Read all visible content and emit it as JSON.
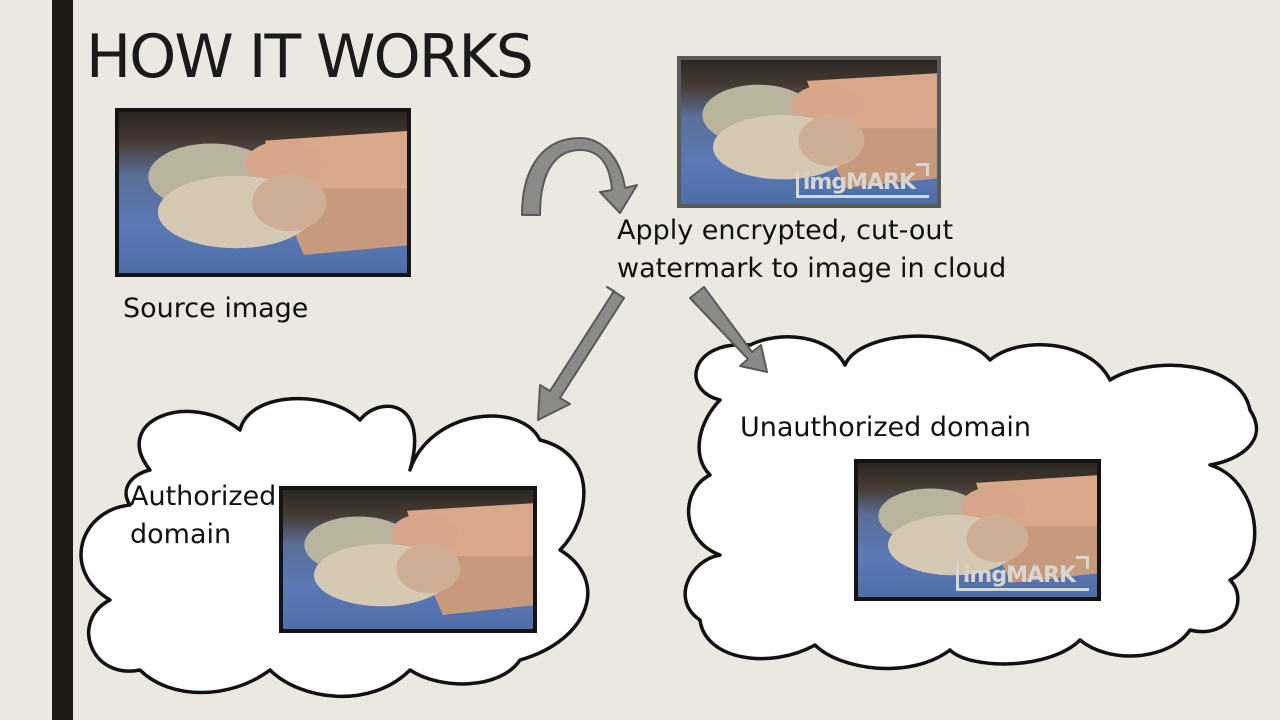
{
  "title": "HOW IT WORKS",
  "source_label": "Source image",
  "process_label_line1": "Apply encrypted, cut-out",
  "process_label_line2": "watermark to image in cloud",
  "authorized_label_line1": "Authorized",
  "authorized_label_line2": "domain",
  "unauthorized_label": "Unauthorized domain",
  "watermark_text": "imgMARK",
  "colors": {
    "background": "#ebe8e1",
    "accent_bar": "#1c1c15",
    "arrow_fill": "#8a8a88",
    "arrow_stroke": "#5a5a58",
    "cloud_fill": "#ffffff"
  }
}
